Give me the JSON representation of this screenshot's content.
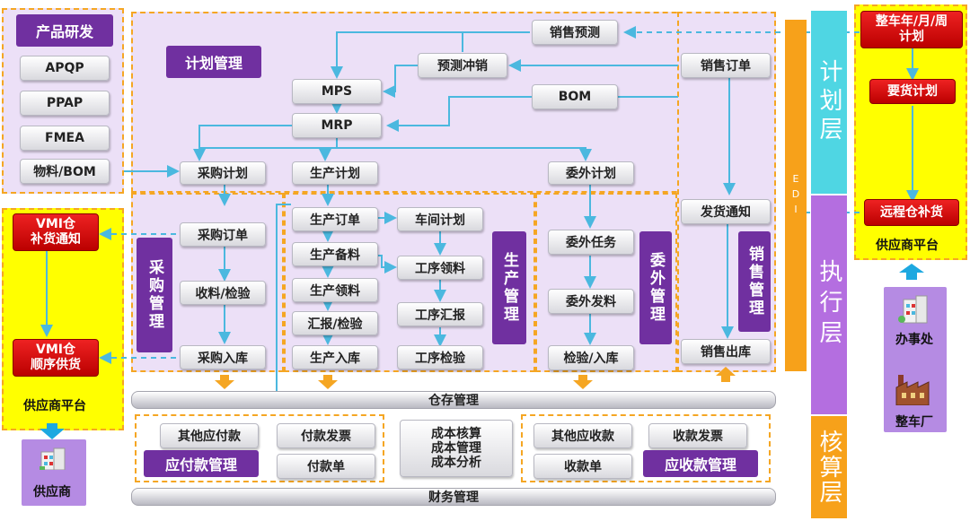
{
  "planning": {
    "label": "计划管理",
    "sales_forecast": "销售预测",
    "forecast_offset": "预测冲销",
    "mps": "MPS",
    "mrp": "MRP",
    "bom": "BOM",
    "sales_order": "销售订单",
    "purchase_plan": "采购计划",
    "production_plan": "生产计划",
    "outsource_plan": "委外计划"
  },
  "rnd": {
    "label": "产品研发",
    "items": [
      "APQP",
      "PPAP",
      "FMEA",
      "物料/BOM"
    ]
  },
  "purchasing": {
    "label": "采购管理",
    "order": "采购订单",
    "receive_inspect": "收料/检验",
    "inbound": "采购入库"
  },
  "production": {
    "label": "生产管理",
    "order": "生产订单",
    "prepare": "生产备料",
    "pick": "生产领料",
    "report_inspect": "汇报/检验",
    "inbound": "生产入库",
    "workshop_plan": "车间计划",
    "process_pick": "工序领料",
    "process_report": "工序汇报",
    "process_inspect": "工序检验"
  },
  "outsourcing": {
    "label": "委外管理",
    "task": "委外任务",
    "issue": "委外发料",
    "inspect_inbound": "检验/入库"
  },
  "sales": {
    "label": "销售管理",
    "delivery_notice": "发货通知",
    "outbound": "销售出库"
  },
  "edi": "EDI",
  "warehouse": "仓存管理",
  "finance": {
    "bar": "财务管理",
    "other_payable": "其他应付款",
    "payment_invoice": "付款发票",
    "payable_label": "应付款管理",
    "payment_slip": "付款单",
    "cost": "成本核算\n成本管理\n成本分析",
    "other_receivable": "其他应收款",
    "receipt_invoice": "收款发票",
    "receipt_slip": "收款单",
    "receivable_label": "应收款管理"
  },
  "layers": {
    "plan": "计划层",
    "exec": "执行层",
    "account": "核算层"
  },
  "left_platform": {
    "vmi_replenish": "VMI仓\n补货通知",
    "vmi_sequence": "VMI仓\n顺序供货",
    "label": "供应商平台",
    "supplier": "供应商"
  },
  "right_platform": {
    "vehicle_plan": "整车年/月/周\n计划",
    "demand_plan": "要货计划",
    "remote_replenish": "远程仓补货",
    "label": "供应商平台",
    "office": "办事处",
    "factory": "整车厂"
  },
  "colors": {
    "zone_border": "#f5a623",
    "main_bg": "#ece0f7",
    "purple": "#7030a0",
    "red": "#cc1111",
    "connector": "#4bb8df",
    "yellow": "#ffff00",
    "layer_cyan": "#4fd6e3",
    "layer_violet": "#b46ee0",
    "layer_orange": "#f7a11a"
  }
}
